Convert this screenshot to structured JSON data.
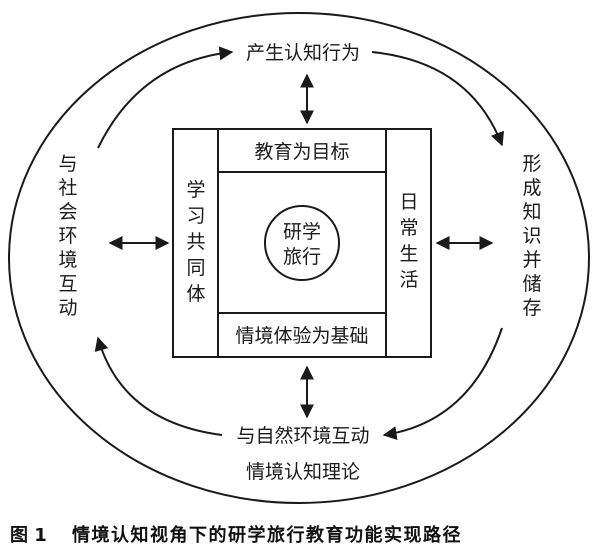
{
  "diagram": {
    "outer_theory": "情境认知理论",
    "top": "产生认知行为",
    "right": "形成知识并储存",
    "bottom": "与自然环境互动",
    "left": "与社会环境互动",
    "inner_top": "教育为目标",
    "inner_bottom": "情境体验为基础",
    "inner_left": "学习共同体",
    "inner_right": "日常生活",
    "center_line1": "研学",
    "center_line2": "旅行"
  },
  "caption": {
    "figure_number": "图 1",
    "title": "情境认知视角下的研学旅行教育功能实现路径"
  }
}
